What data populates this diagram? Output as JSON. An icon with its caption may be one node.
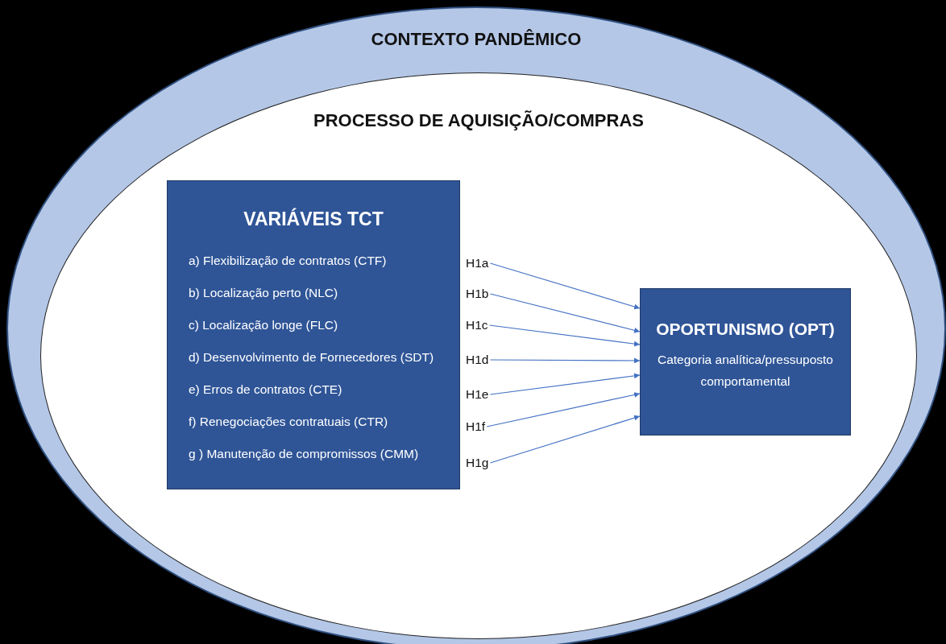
{
  "diagram": {
    "nodes": [
      {
        "text": [
          "CONTEXTO PANDÊMICO"
        ]
      },
      {
        "text": [
          "PROCESSO DE AQUISIÇÃO/COMPRAS"
        ],
        "in": 0
      },
      {
        "text": [
          "VARIÁVEIS TCT",
          "a) Flexibilização de contratos (CTF)",
          "b) Localização perto (NLC)",
          "c) Localização longe (FLC)",
          "d) Desenvolvimento de Fornecedores (SDT)",
          "e) Erros de contratos (CTE)",
          "f) Renegociações contratuais (CTR)",
          "g ) Manutenção de compromissos (CMM)"
        ],
        "in": 1
      },
      {
        "text": [
          "H1a"
        ],
        "in": 1
      },
      {
        "text": [
          "H1b"
        ],
        "in": 1
      },
      {
        "text": [
          "H1c"
        ],
        "in": 1
      },
      {
        "text": [
          "H1d"
        ],
        "in": 1
      },
      {
        "text": [
          "H1e"
        ],
        "in": 1
      },
      {
        "text": [
          "H1f"
        ],
        "in": 1
      },
      {
        "text": [
          "H1g"
        ],
        "in": 1
      },
      {
        "text": [
          "OPORTUNISMO (OPT)",
          "Categoria analítica/pressuposto comportamental"
        ],
        "in": 1
      }
    ],
    "edges": [
      {
        "from": 3,
        "to": 10,
        "arrow": "to"
      },
      {
        "from": 4,
        "to": 10,
        "arrow": "to"
      },
      {
        "from": 5,
        "to": 10,
        "arrow": "to"
      },
      {
        "from": 6,
        "to": 10,
        "arrow": "to"
      },
      {
        "from": 7,
        "to": 10,
        "arrow": "to"
      },
      {
        "from": 8,
        "to": 10,
        "arrow": "to"
      },
      {
        "from": 9,
        "to": 10,
        "arrow": "to"
      }
    ]
  }
}
